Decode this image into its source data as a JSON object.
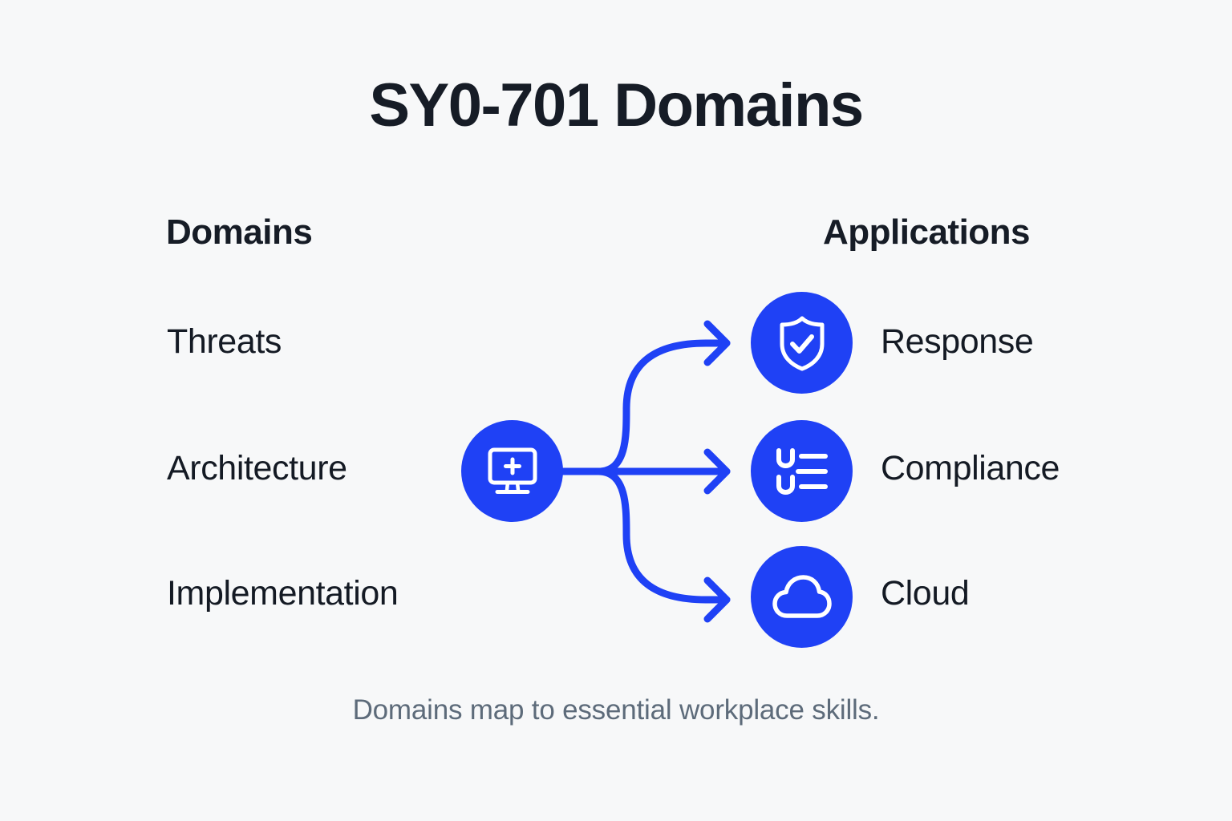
{
  "page": {
    "title": "SY0-701 Domains",
    "caption": "Domains map to essential workplace skills.",
    "background_color": "#f7f8f9",
    "accent_color": "#1f41f5",
    "text_color": "#161c26",
    "caption_color": "#5d6b7a"
  },
  "columns": {
    "left_header": "Domains",
    "right_header": "Applications"
  },
  "domains": [
    {
      "label": "Threats"
    },
    {
      "label": "Architecture"
    },
    {
      "label": "Implementation"
    }
  ],
  "hub": {
    "icon": "monitor-plus-icon"
  },
  "applications": [
    {
      "label": "Response",
      "icon": "shield-check-icon"
    },
    {
      "label": "Compliance",
      "icon": "checklist-icon"
    },
    {
      "label": "Cloud",
      "icon": "cloud-icon"
    }
  ],
  "connectors": [
    {
      "from": "hub",
      "to": "Response",
      "style": "curved-arrow-up"
    },
    {
      "from": "hub",
      "to": "Compliance",
      "style": "straight-arrow"
    },
    {
      "from": "hub",
      "to": "Cloud",
      "style": "curved-arrow-down"
    }
  ]
}
